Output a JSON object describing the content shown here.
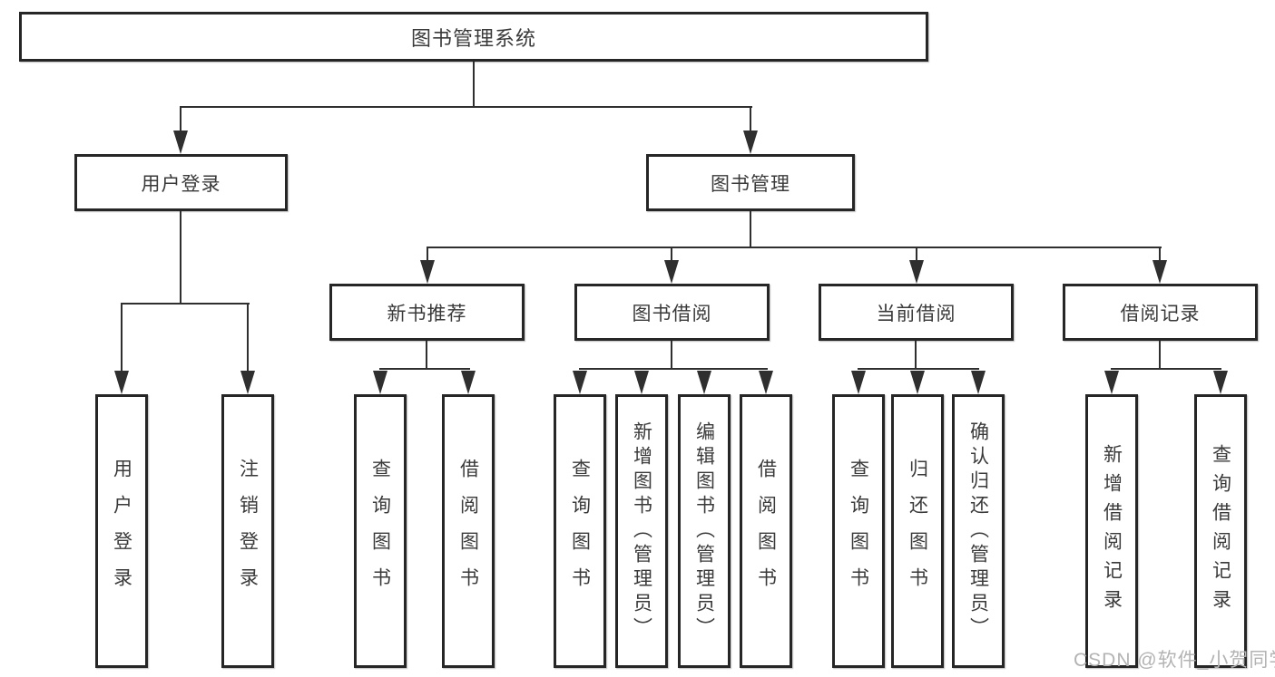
{
  "nodes": {
    "root": {
      "label": "图书管理系统"
    },
    "level2": [
      {
        "label": "用户登录"
      },
      {
        "label": "图书管理"
      }
    ],
    "level3": [
      {
        "label": "新书推荐"
      },
      {
        "label": "图书借阅"
      },
      {
        "label": "当前借阅"
      },
      {
        "label": "借阅记录"
      }
    ],
    "leaves": [
      {
        "label": "用户登录"
      },
      {
        "label": "注销登录"
      },
      {
        "label": "查询图书"
      },
      {
        "label": "借阅图书"
      },
      {
        "label": "查询图书"
      },
      {
        "label": "新增图书（管理员）"
      },
      {
        "label": "编辑图书（管理员）"
      },
      {
        "label": "借阅图书"
      },
      {
        "label": "查询图书"
      },
      {
        "label": "归还图书"
      },
      {
        "label": "确认归还（管理员）"
      },
      {
        "label": "新增借阅记录"
      },
      {
        "label": "查询借阅记录"
      }
    ]
  },
  "watermark": {
    "text": "CSDN @软件_小贺同学"
  },
  "colors": {
    "line": "#2f2f2f",
    "box_border": "#262626",
    "text": "#3a3a3a",
    "watermark": "#b3b3b3",
    "background": "#ffffff"
  }
}
